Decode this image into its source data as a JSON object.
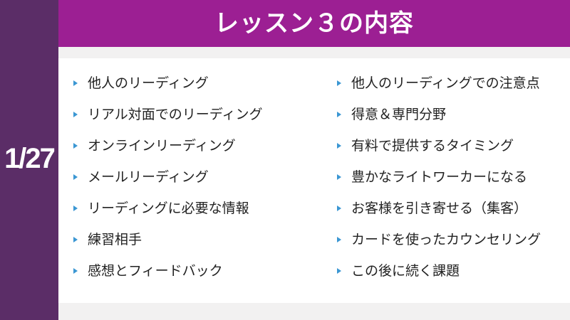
{
  "page_number": "1/27",
  "title": "レッスン３の内容",
  "left_items": [
    "他人のリーディング",
    "リアル対面でのリーディング",
    "オンラインリーディング",
    "メールリーディング",
    "リーディングに必要な情報",
    "練習相手",
    "感想とフィードバック"
  ],
  "right_items": [
    "他人のリーディングでの注意点",
    "得意＆専門分野",
    "有料で提供するタイミング",
    "豊かなライトワーカーになる",
    "お客様を引き寄せる（集客）",
    "カードを使ったカウンセリング",
    "この後に続く課題"
  ],
  "colors": {
    "sidebar": "#5b2d67",
    "header": "#9c1f93",
    "bullet": "#3b97d3",
    "band": "#f2f1f1"
  }
}
